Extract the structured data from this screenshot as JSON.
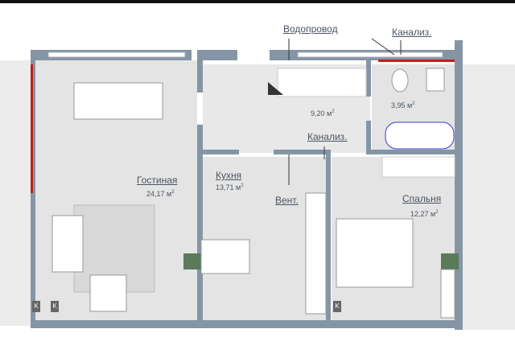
{
  "title": "Floor plan",
  "labels": {
    "water_supply": "Водопровод",
    "sewer_top": "Канализ.",
    "sewer_mid": "Канализ.",
    "ventilation": "Вент."
  },
  "rooms": {
    "living": {
      "name": "Гостиная",
      "area": "24,17 м",
      "unit_sup": "2"
    },
    "kitchen": {
      "name": "Кухня",
      "area": "13,71 м",
      "unit_sup": "2"
    },
    "bedroom": {
      "name": "Спальня",
      "area": "12,27 м",
      "unit_sup": "2"
    },
    "hall": {
      "area": "9,20 м",
      "unit_sup": "2"
    },
    "bathroom": {
      "area": "3,95 м",
      "unit_sup": "2"
    }
  },
  "markers": [
    "K",
    "K",
    "K"
  ],
  "colors": {
    "wall": "#8595a6",
    "floor": "#e4e4e4",
    "accent": "#c0201a",
    "bath": "#3a3ad0"
  }
}
